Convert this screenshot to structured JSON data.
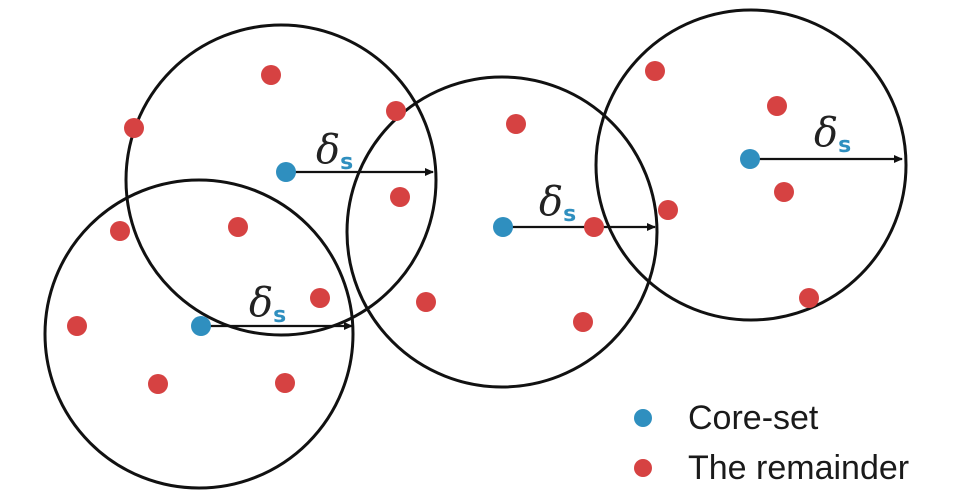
{
  "diagram": {
    "radius_symbol": "δ",
    "radius_subscript": "s",
    "colors": {
      "core": "#2f8fbf",
      "remainder": "#d64242",
      "stroke": "#111111"
    },
    "legend": {
      "core_label": "Core-set",
      "remainder_label": "The remainder"
    }
  }
}
